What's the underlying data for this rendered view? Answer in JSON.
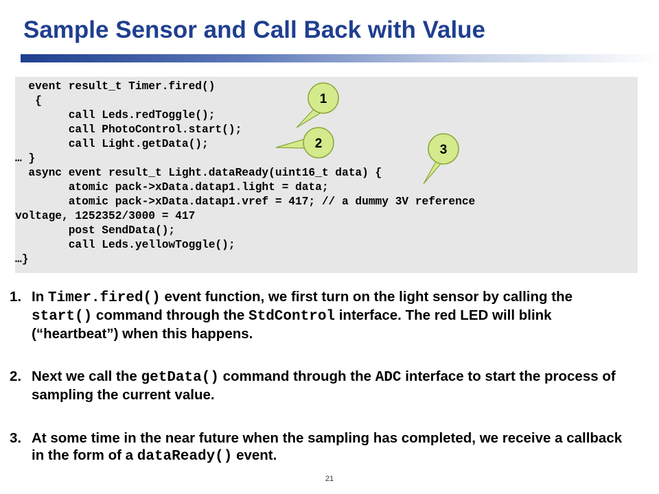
{
  "slide": {
    "title": "Sample Sensor and Call Back with Value",
    "page_number": "21"
  },
  "code": {
    "lines": [
      "  event result_t Timer.fired()",
      "   {",
      "        call Leds.redToggle();",
      "        call PhotoControl.start();",
      "        call Light.getData();",
      "… }",
      "  async event result_t Light.dataReady(uint16_t data) {",
      "        atomic pack->xData.datap1.light = data;",
      "        atomic pack->xData.datap1.vref = 417; // a dummy 3V reference",
      "voltage, 1252352/3000 = 417",
      "        post SendData();",
      "        call Leds.yellowToggle();",
      "…}"
    ]
  },
  "callouts": [
    {
      "label": "1",
      "color": "#d4ea8c"
    },
    {
      "label": "2",
      "color": "#d4ea8c"
    },
    {
      "label": "3",
      "color": "#d4ea8c"
    }
  ],
  "bullets": [
    {
      "num": "1.",
      "parts": [
        {
          "t": "In ",
          "mono": false
        },
        {
          "t": "Timer.fired()",
          "mono": true
        },
        {
          "t": " event function, we first turn on the light sensor by calling the ",
          "mono": false
        },
        {
          "t": "start()",
          "mono": true
        },
        {
          "t": " command through the ",
          "mono": false
        },
        {
          "t": "StdControl",
          "mono": true
        },
        {
          "t": " interface. The red LED will blink (“heartbeat”) when this happens.",
          "mono": false
        }
      ]
    },
    {
      "num": "2.",
      "parts": [
        {
          "t": "Next we call the ",
          "mono": false
        },
        {
          "t": "getData()",
          "mono": true
        },
        {
          "t": " command through the ",
          "mono": false
        },
        {
          "t": "ADC",
          "mono": true
        },
        {
          "t": " interface to start the process of sampling the current value.",
          "mono": false
        }
      ]
    },
    {
      "num": "3.",
      "parts": [
        {
          "t": "At some time in the near future when the sampling has completed, we receive a callback in the form of a ",
          "mono": false
        },
        {
          "t": "dataReady()",
          "mono": true
        },
        {
          "t": " event.",
          "mono": false
        }
      ]
    }
  ]
}
